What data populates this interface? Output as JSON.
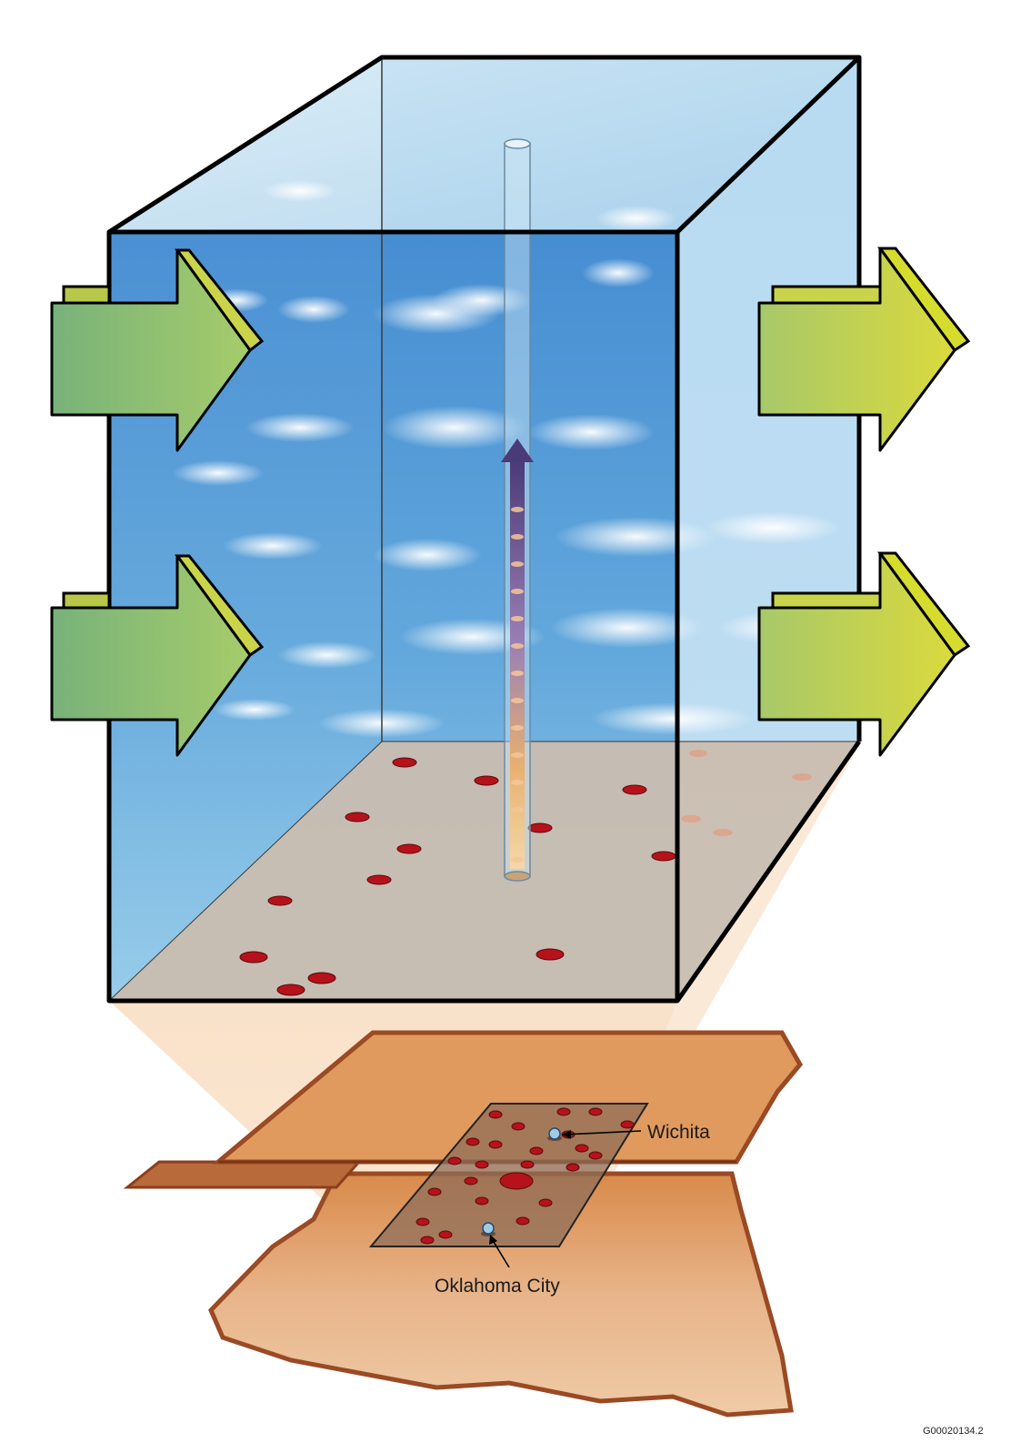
{
  "labels": {
    "city_north": "Wichita",
    "city_south": "Oklahoma City",
    "figure_id": "G00020134.2"
  },
  "colors": {
    "sky_top": "#3f8fd4",
    "sky_bottom": "#86c3e6",
    "ground": "#c9bdb0",
    "site_dot": "#b5121b",
    "site_dot_faded": "#e0a088",
    "arrow_in": "#8cbf6a",
    "arrow_out": "#d3d63a",
    "map_land": "#e8b98a",
    "map_border": "#9a4a24",
    "tower_arrow": "#5a3e7a",
    "city_marker": "#9ecbe8"
  },
  "icons": {
    "inflow": "arrow-right-icon",
    "outflow": "arrow-right-icon",
    "column_flux": "arrow-up-icon",
    "city": "location-dot-icon"
  }
}
